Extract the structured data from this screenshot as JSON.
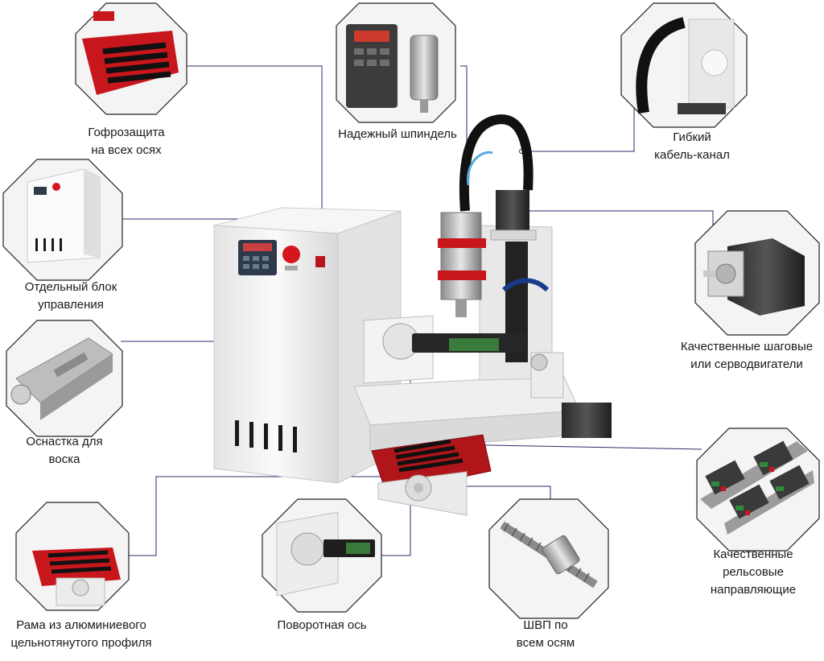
{
  "colors": {
    "accent_red": "#c8161d",
    "leader_line": "#2b2b6b",
    "octagon_border": "#222222",
    "machine_white": "#f2f2f2"
  },
  "features": [
    {
      "id": "bellows",
      "lines": [
        "Гофрозащита",
        "на всех осях"
      ]
    },
    {
      "id": "spindle",
      "lines": [
        "Надежный шпиндель"
      ]
    },
    {
      "id": "cable-chain",
      "lines": [
        "Гибкий",
        "кабель-канал"
      ]
    },
    {
      "id": "control-box",
      "lines": [
        "Отдельный блок",
        "управления"
      ]
    },
    {
      "id": "stepper-motors",
      "lines": [
        "Качественные шаговые",
        "или серводвигатели"
      ]
    },
    {
      "id": "wax-fixture",
      "lines": [
        "Оснастка для",
        "воска"
      ]
    },
    {
      "id": "linear-rails",
      "lines": [
        "Качественные",
        "рельсовые",
        "направляющие"
      ]
    },
    {
      "id": "aluminium-frame",
      "lines": [
        "Рама из алюминиевого",
        "цельнотянутого профиля"
      ]
    },
    {
      "id": "rotary-axis",
      "lines": [
        "Поворотная ось"
      ]
    },
    {
      "id": "ball-screw",
      "lines": [
        "ШВП по",
        "всем осям"
      ]
    }
  ],
  "icons": {
    "bellows": "bellows-cover-icon",
    "spindle": "spindle-and-inverter-icon",
    "cable-chain": "cable-chain-icon",
    "control-box": "control-box-icon",
    "stepper-motors": "stepper-motor-icon",
    "wax-fixture": "wax-fixture-icon",
    "linear-rails": "linear-rail-icon",
    "aluminium-frame": "aluminium-frame-icon",
    "rotary-axis": "rotary-axis-icon",
    "ball-screw": "ball-screw-icon"
  }
}
